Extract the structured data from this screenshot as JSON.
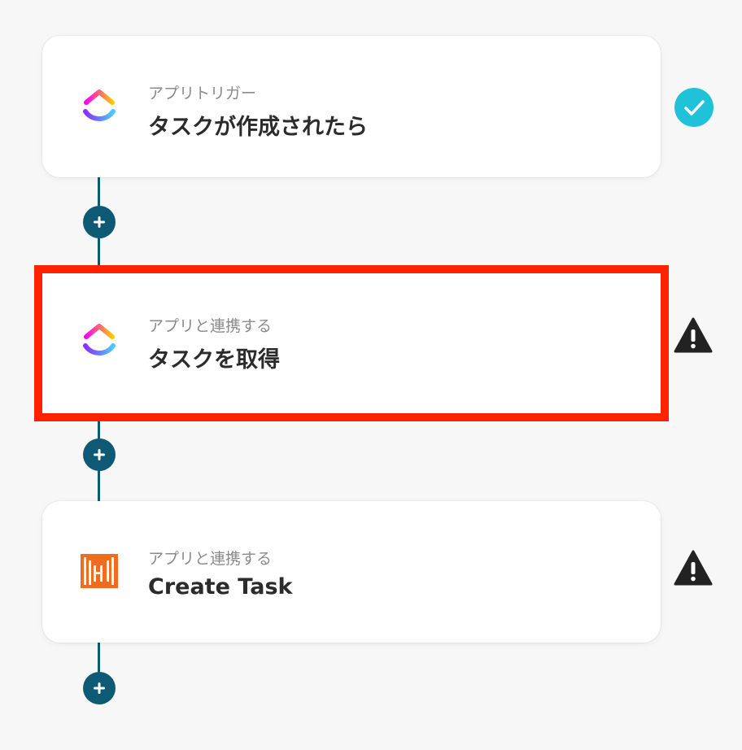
{
  "flow": {
    "steps": [
      {
        "label": "アプリトリガー",
        "title": "タスクが作成されたら",
        "app_icon": "clickup-logo-icon",
        "status_icon": "check-circle-icon"
      },
      {
        "label": "アプリと連携する",
        "title": "タスクを取得",
        "app_icon": "clickup-logo-icon",
        "status_icon": "warning-triangle-icon"
      },
      {
        "label": "アプリと連携する",
        "title": "Create Task",
        "app_icon": "orange-app-logo-icon",
        "status_icon": "warning-triangle-icon"
      }
    ]
  },
  "colors": {
    "connector": "#0e5a75",
    "highlight": "#ff2200",
    "check": "#1fc2d8",
    "warning": "#222222",
    "orange_app": "#f36b21"
  }
}
